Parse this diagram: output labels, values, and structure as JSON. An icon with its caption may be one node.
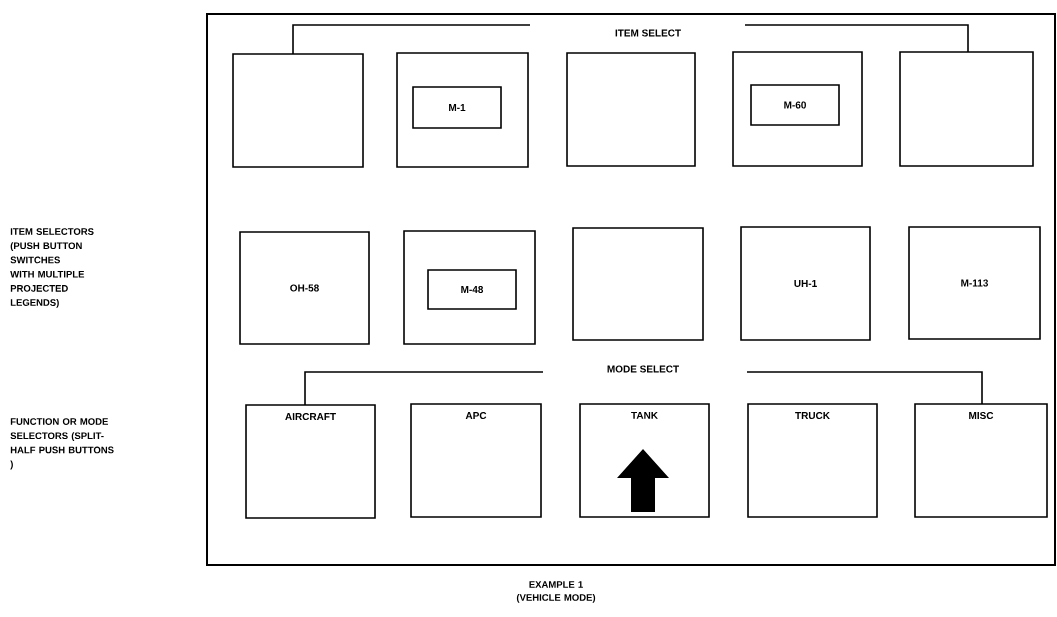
{
  "diagram": {
    "caption": "EXAMPLE 1 (VEHICLE MODE)",
    "nodes": [
      {
        "text": [],
        "shape": "box"
      },
      {
        "text": [],
        "shape": "box",
        "in": 0
      },
      {
        "text": [],
        "shape": "box",
        "in": 0
      },
      {
        "text": [
          "M-1"
        ],
        "in": 2
      },
      {
        "text": [],
        "shape": "box",
        "in": 0
      },
      {
        "text": [],
        "shape": "box",
        "in": 0
      },
      {
        "text": [
          "M-60"
        ],
        "in": 5
      },
      {
        "text": [],
        "shape": "box",
        "in": 0
      },
      {
        "text": [
          "OH-58"
        ],
        "in": 0
      },
      {
        "text": [],
        "shape": "box",
        "in": 0
      },
      {
        "text": [
          "M-48"
        ],
        "in": 9
      },
      {
        "text": [],
        "shape": "box",
        "in": 0
      },
      {
        "text": [
          "UH-1"
        ],
        "in": 0
      },
      {
        "text": [
          "M-113"
        ],
        "in": 0
      },
      {
        "text": [
          "AIRCRAFT"
        ],
        "in": 0
      },
      {
        "text": [
          "APC"
        ],
        "in": 0
      },
      {
        "text": [
          "TANK"
        ],
        "in": 0
      },
      {
        "text": [
          "TRUCK"
        ],
        "in": 0
      },
      {
        "text": [
          "MISC"
        ],
        "in": 0
      }
    ],
    "labels": [
      "ITEM SELECT",
      "ITEM SELECTORS (PUSH BUTTON SWITCHES WITH MULTIPLE PROJECTED LEGENDS)",
      "MODE SELECT",
      "FUNCTION OR MODE SELECTORS (SPLIT-HALF PUSH BUTTONS )"
    ]
  }
}
